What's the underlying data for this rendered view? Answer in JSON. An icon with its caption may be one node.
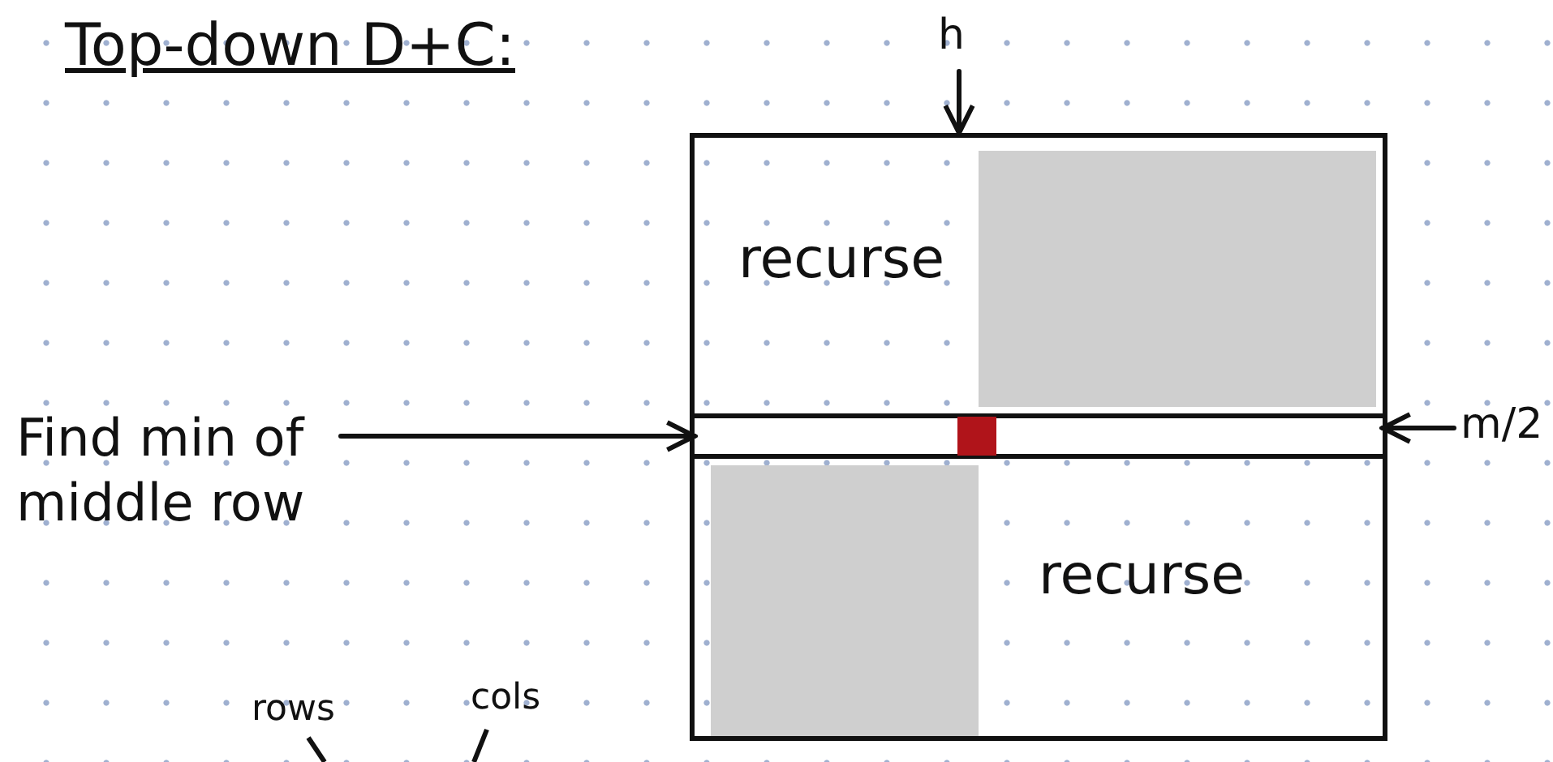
{
  "diagram": {
    "title": "Top-down D+C:",
    "nodes": [
      {
        "text": [
          "h"
        ]
      },
      {
        "text": [],
        "shape": "box"
      },
      {
        "text": [
          "Find min of middle row"
        ]
      },
      {
        "text": [],
        "shape": "region",
        "in": 1
      },
      {
        "text": [],
        "shape": "bar",
        "in": 1
      },
      {
        "text": [],
        "shape": "region",
        "in": 1
      },
      {
        "text": [
          "m/2"
        ]
      }
    ],
    "edges": [
      {
        "from": 0,
        "to": 1,
        "arrow": "to"
      },
      {
        "from": 2,
        "to": 4,
        "arrow": "to"
      },
      {
        "from": 6,
        "to": 4,
        "arrow": "to"
      }
    ],
    "labels": [
      "recurse",
      "recurse",
      "rows",
      "cols"
    ]
  }
}
